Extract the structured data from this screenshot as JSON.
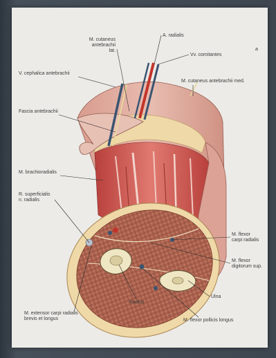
{
  "figure": {
    "labels": {
      "n_cutaneus_antebrachii_lat": [
        "M. cutaneus",
        "antebrachii",
        "lat."
      ],
      "a_radialis": "A. radialis",
      "vv_comitantes": "Vv. comitantes",
      "v_cephalica": "V. cephalica antebrachii",
      "n_cutaneus_med": "M. cutaneus antebrachii med.",
      "fascia": "Fascia antebrachii",
      "m_brachioradialis": "M. brachioradialis",
      "r_superficialis": [
        "R. superficialis",
        "n. radialis"
      ],
      "m_flexor_carpi_radialis": [
        "M. flexor",
        "carpi radialis"
      ],
      "m_flexor_digitorum": [
        "M. flexor",
        "digitorum sup."
      ],
      "m_extensor": [
        "M. extensor carpi radialis",
        "brevis et longus"
      ],
      "radius": "Radius",
      "ulna": "Ulna",
      "m_flexor_pollicis": "M. flexor pollicis longus",
      "corner_mark": "a"
    },
    "colors": {
      "skin": "#e2b1a4",
      "skin_dark": "#c98b7c",
      "fat": "#efd9a8",
      "muscle": "#c95a56",
      "muscle_section": "#a9614e",
      "bone": "#efe6c4",
      "artery": "#c2352a",
      "vein": "#3a5470",
      "nerve": "#e8d79a"
    }
  }
}
